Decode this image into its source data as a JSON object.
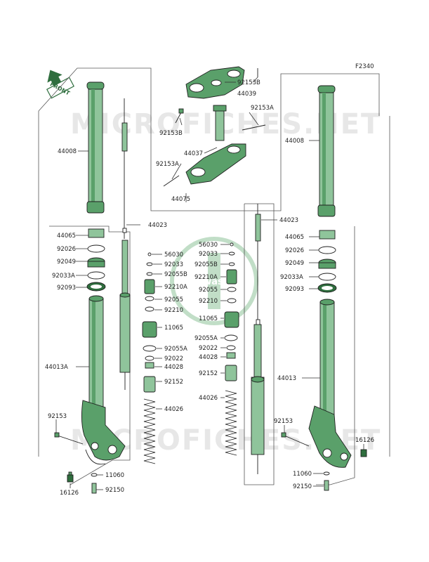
{
  "diagram_code": "F2340",
  "front_label": "FRONT",
  "watermark_text": "MICROFICHES.NET",
  "logo_text": "Kawasaki",
  "colors": {
    "part_fill": "#5aa06a",
    "part_light": "#8fc49b",
    "part_dark": "#2f6e3e",
    "line": "#333333"
  },
  "labels": [
    {
      "id": "l-44008-left",
      "text": "44008"
    },
    {
      "id": "l-44023-left",
      "text": "44023"
    },
    {
      "id": "l-44065-left",
      "text": "44065"
    },
    {
      "id": "l-92026-left",
      "text": "92026"
    },
    {
      "id": "l-92049-left",
      "text": "92049"
    },
    {
      "id": "l-92033a-left",
      "text": "92033A"
    },
    {
      "id": "l-92093-left",
      "text": "92093"
    },
    {
      "id": "l-44013a",
      "text": "44013A"
    },
    {
      "id": "l-92153-left",
      "text": "92153"
    },
    {
      "id": "l-16126-left",
      "text": "16126"
    },
    {
      "id": "l-11060-left",
      "text": "11060"
    },
    {
      "id": "l-92150-left",
      "text": "92150"
    },
    {
      "id": "l-92153b-top",
      "text": "92153B"
    },
    {
      "id": "l-44039",
      "text": "44039"
    },
    {
      "id": "l-92153b-mid",
      "text": "92153B"
    },
    {
      "id": "l-92153a-top",
      "text": "92153A"
    },
    {
      "id": "l-44037",
      "text": "44037"
    },
    {
      "id": "l-92153a-mid",
      "text": "92153A"
    },
    {
      "id": "l-44075",
      "text": "44075"
    },
    {
      "id": "l-56030-left",
      "text": "56030"
    },
    {
      "id": "l-92033-left",
      "text": "92033"
    },
    {
      "id": "l-92055b-left",
      "text": "92055B"
    },
    {
      "id": "l-92210a-left",
      "text": "92210A"
    },
    {
      "id": "l-92055-left",
      "text": "92055"
    },
    {
      "id": "l-92210-left",
      "text": "92210"
    },
    {
      "id": "l-11065-left",
      "text": "11065"
    },
    {
      "id": "l-92055a-left",
      "text": "92055A"
    },
    {
      "id": "l-92022-left",
      "text": "92022"
    },
    {
      "id": "l-44028-left",
      "text": "44028"
    },
    {
      "id": "l-92152-left",
      "text": "92152"
    },
    {
      "id": "l-44026-left",
      "text": "44026"
    },
    {
      "id": "l-56030-right",
      "text": "56030"
    },
    {
      "id": "l-92033-right",
      "text": "92033"
    },
    {
      "id": "l-92055b-right",
      "text": "92055B"
    },
    {
      "id": "l-92210a-right",
      "text": "92210A"
    },
    {
      "id": "l-92055-right",
      "text": "92055"
    },
    {
      "id": "l-92210-right",
      "text": "92210"
    },
    {
      "id": "l-11065-right",
      "text": "11065"
    },
    {
      "id": "l-92055a-right",
      "text": "92055A"
    },
    {
      "id": "l-92022-right",
      "text": "92022"
    },
    {
      "id": "l-44028-right",
      "text": "44028"
    },
    {
      "id": "l-92152-right",
      "text": "92152"
    },
    {
      "id": "l-44026-right",
      "text": "44026"
    },
    {
      "id": "l-44023-right",
      "text": "44023"
    },
    {
      "id": "l-44008-right",
      "text": "44008"
    },
    {
      "id": "l-44065-right",
      "text": "44065"
    },
    {
      "id": "l-92026-right",
      "text": "92026"
    },
    {
      "id": "l-92049-right",
      "text": "92049"
    },
    {
      "id": "l-92033a-right",
      "text": "92033A"
    },
    {
      "id": "l-92093-right",
      "text": "92093"
    },
    {
      "id": "l-44013",
      "text": "44013"
    },
    {
      "id": "l-92153-right",
      "text": "92153"
    },
    {
      "id": "l-16126-right",
      "text": "16126"
    },
    {
      "id": "l-11060-right",
      "text": "11060"
    },
    {
      "id": "l-92150-right",
      "text": "92150"
    }
  ]
}
